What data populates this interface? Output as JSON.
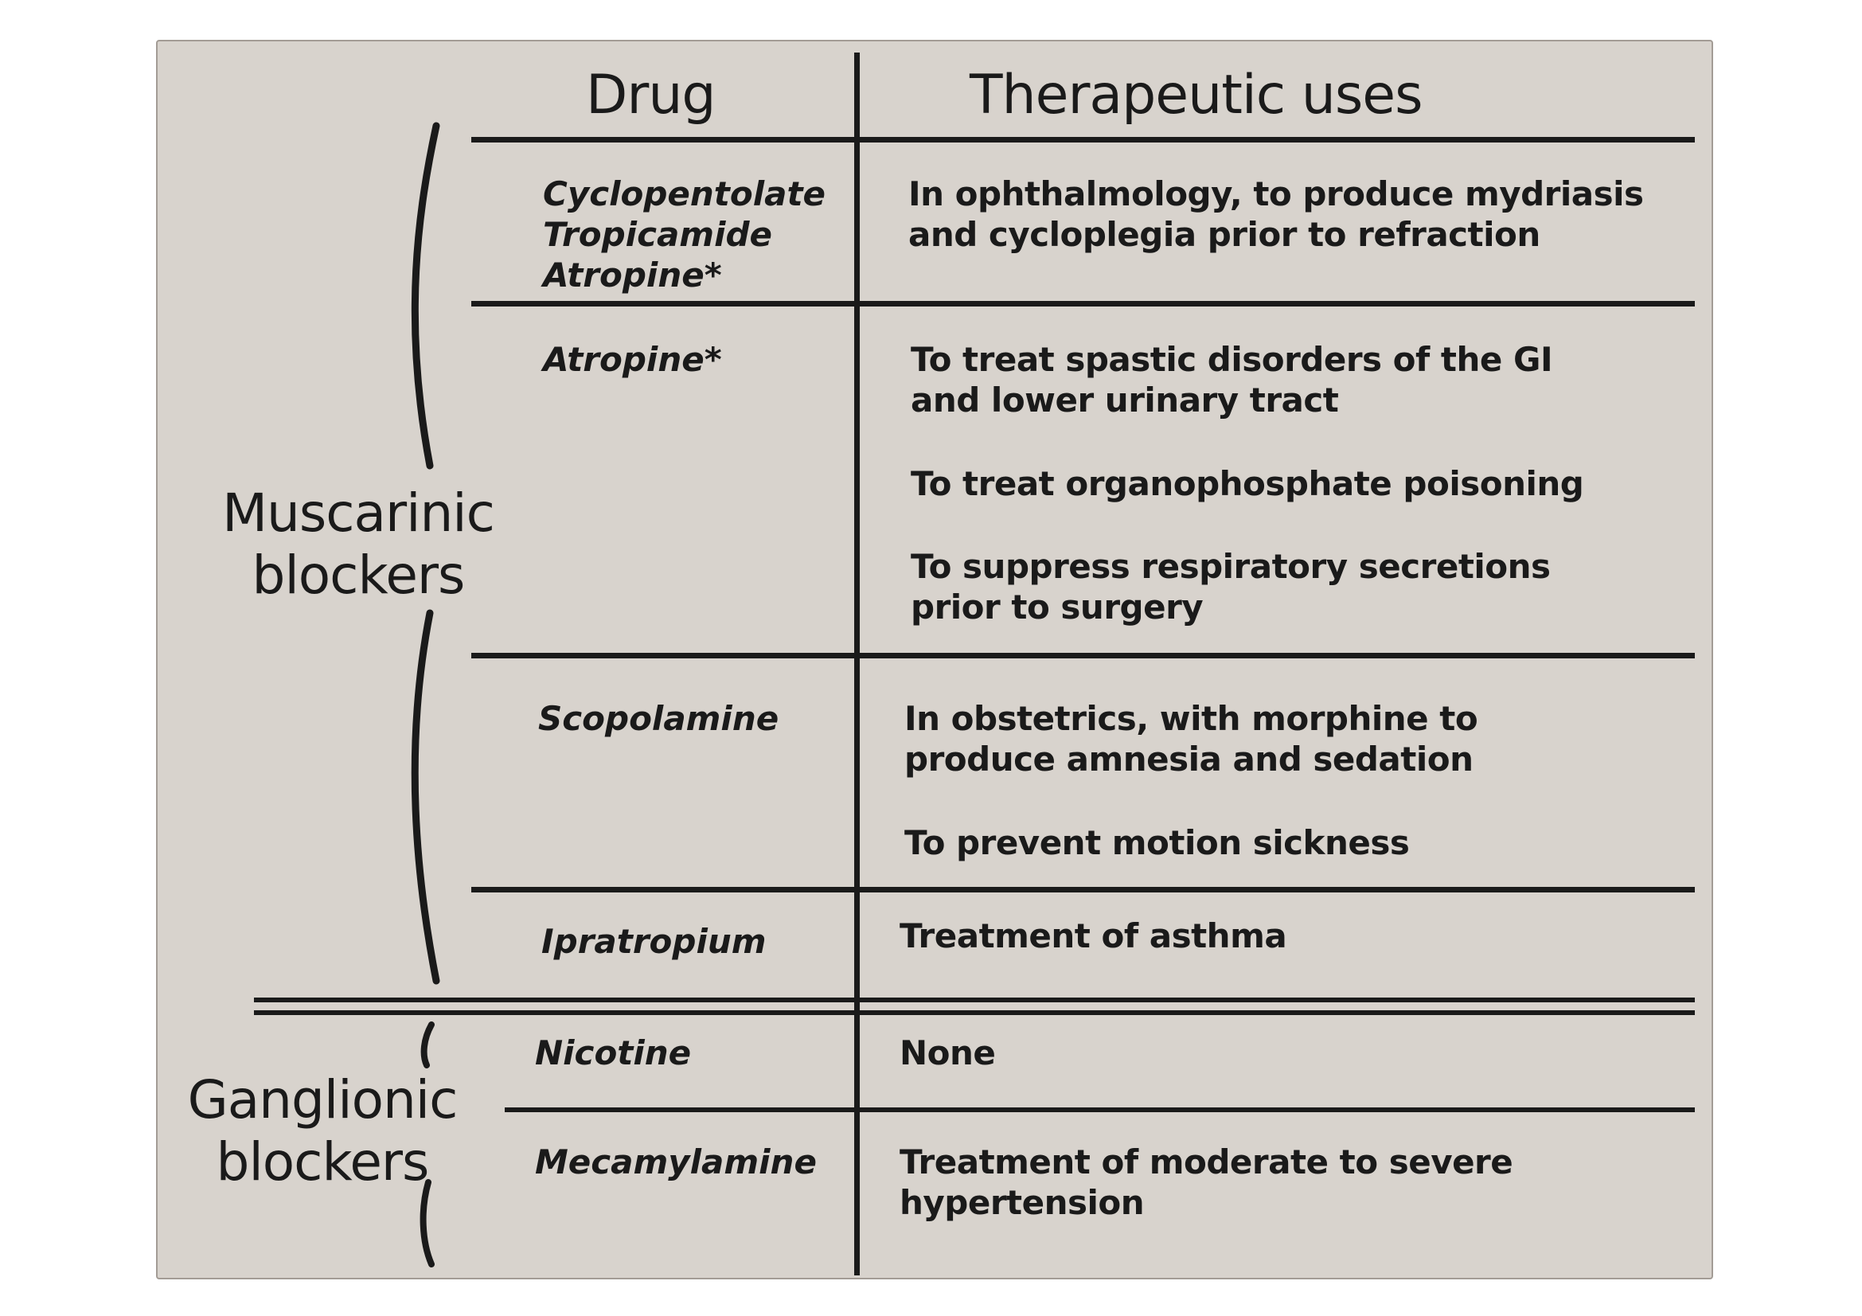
{
  "header": {
    "drug": "Drug",
    "uses": "Therapeutic uses"
  },
  "groups": {
    "muscarinic": {
      "line1": "Muscarinic",
      "line2": "blockers"
    },
    "ganglionic": {
      "line1": "Ganglionic",
      "line2": "blockers"
    }
  },
  "rows": [
    {
      "drugs": [
        "Cyclopentolate",
        "Tropicamide",
        "Atropine*"
      ],
      "uses": [
        "In ophthalmology, to produce mydriasis",
        "and cycloplegia prior to refraction"
      ]
    },
    {
      "drugs": [
        "Atropine*"
      ],
      "uses": [
        "To treat spastic disorders of the GI",
        "and lower urinary tract",
        "To treat organophosphate poisoning",
        "To suppress respiratory secretions",
        "prior to surgery"
      ]
    },
    {
      "drugs": [
        "Scopolamine"
      ],
      "uses": [
        "In obstetrics, with morphine to",
        "produce amnesia and sedation",
        "To prevent motion sickness"
      ]
    },
    {
      "drugs": [
        "Ipratropium"
      ],
      "uses": [
        "Treatment of asthma"
      ]
    },
    {
      "drugs": [
        "Nicotine"
      ],
      "uses": [
        "None"
      ]
    },
    {
      "drugs": [
        "Mecamylamine"
      ],
      "uses": [
        "Treatment of moderate to severe",
        "hypertension"
      ]
    }
  ]
}
